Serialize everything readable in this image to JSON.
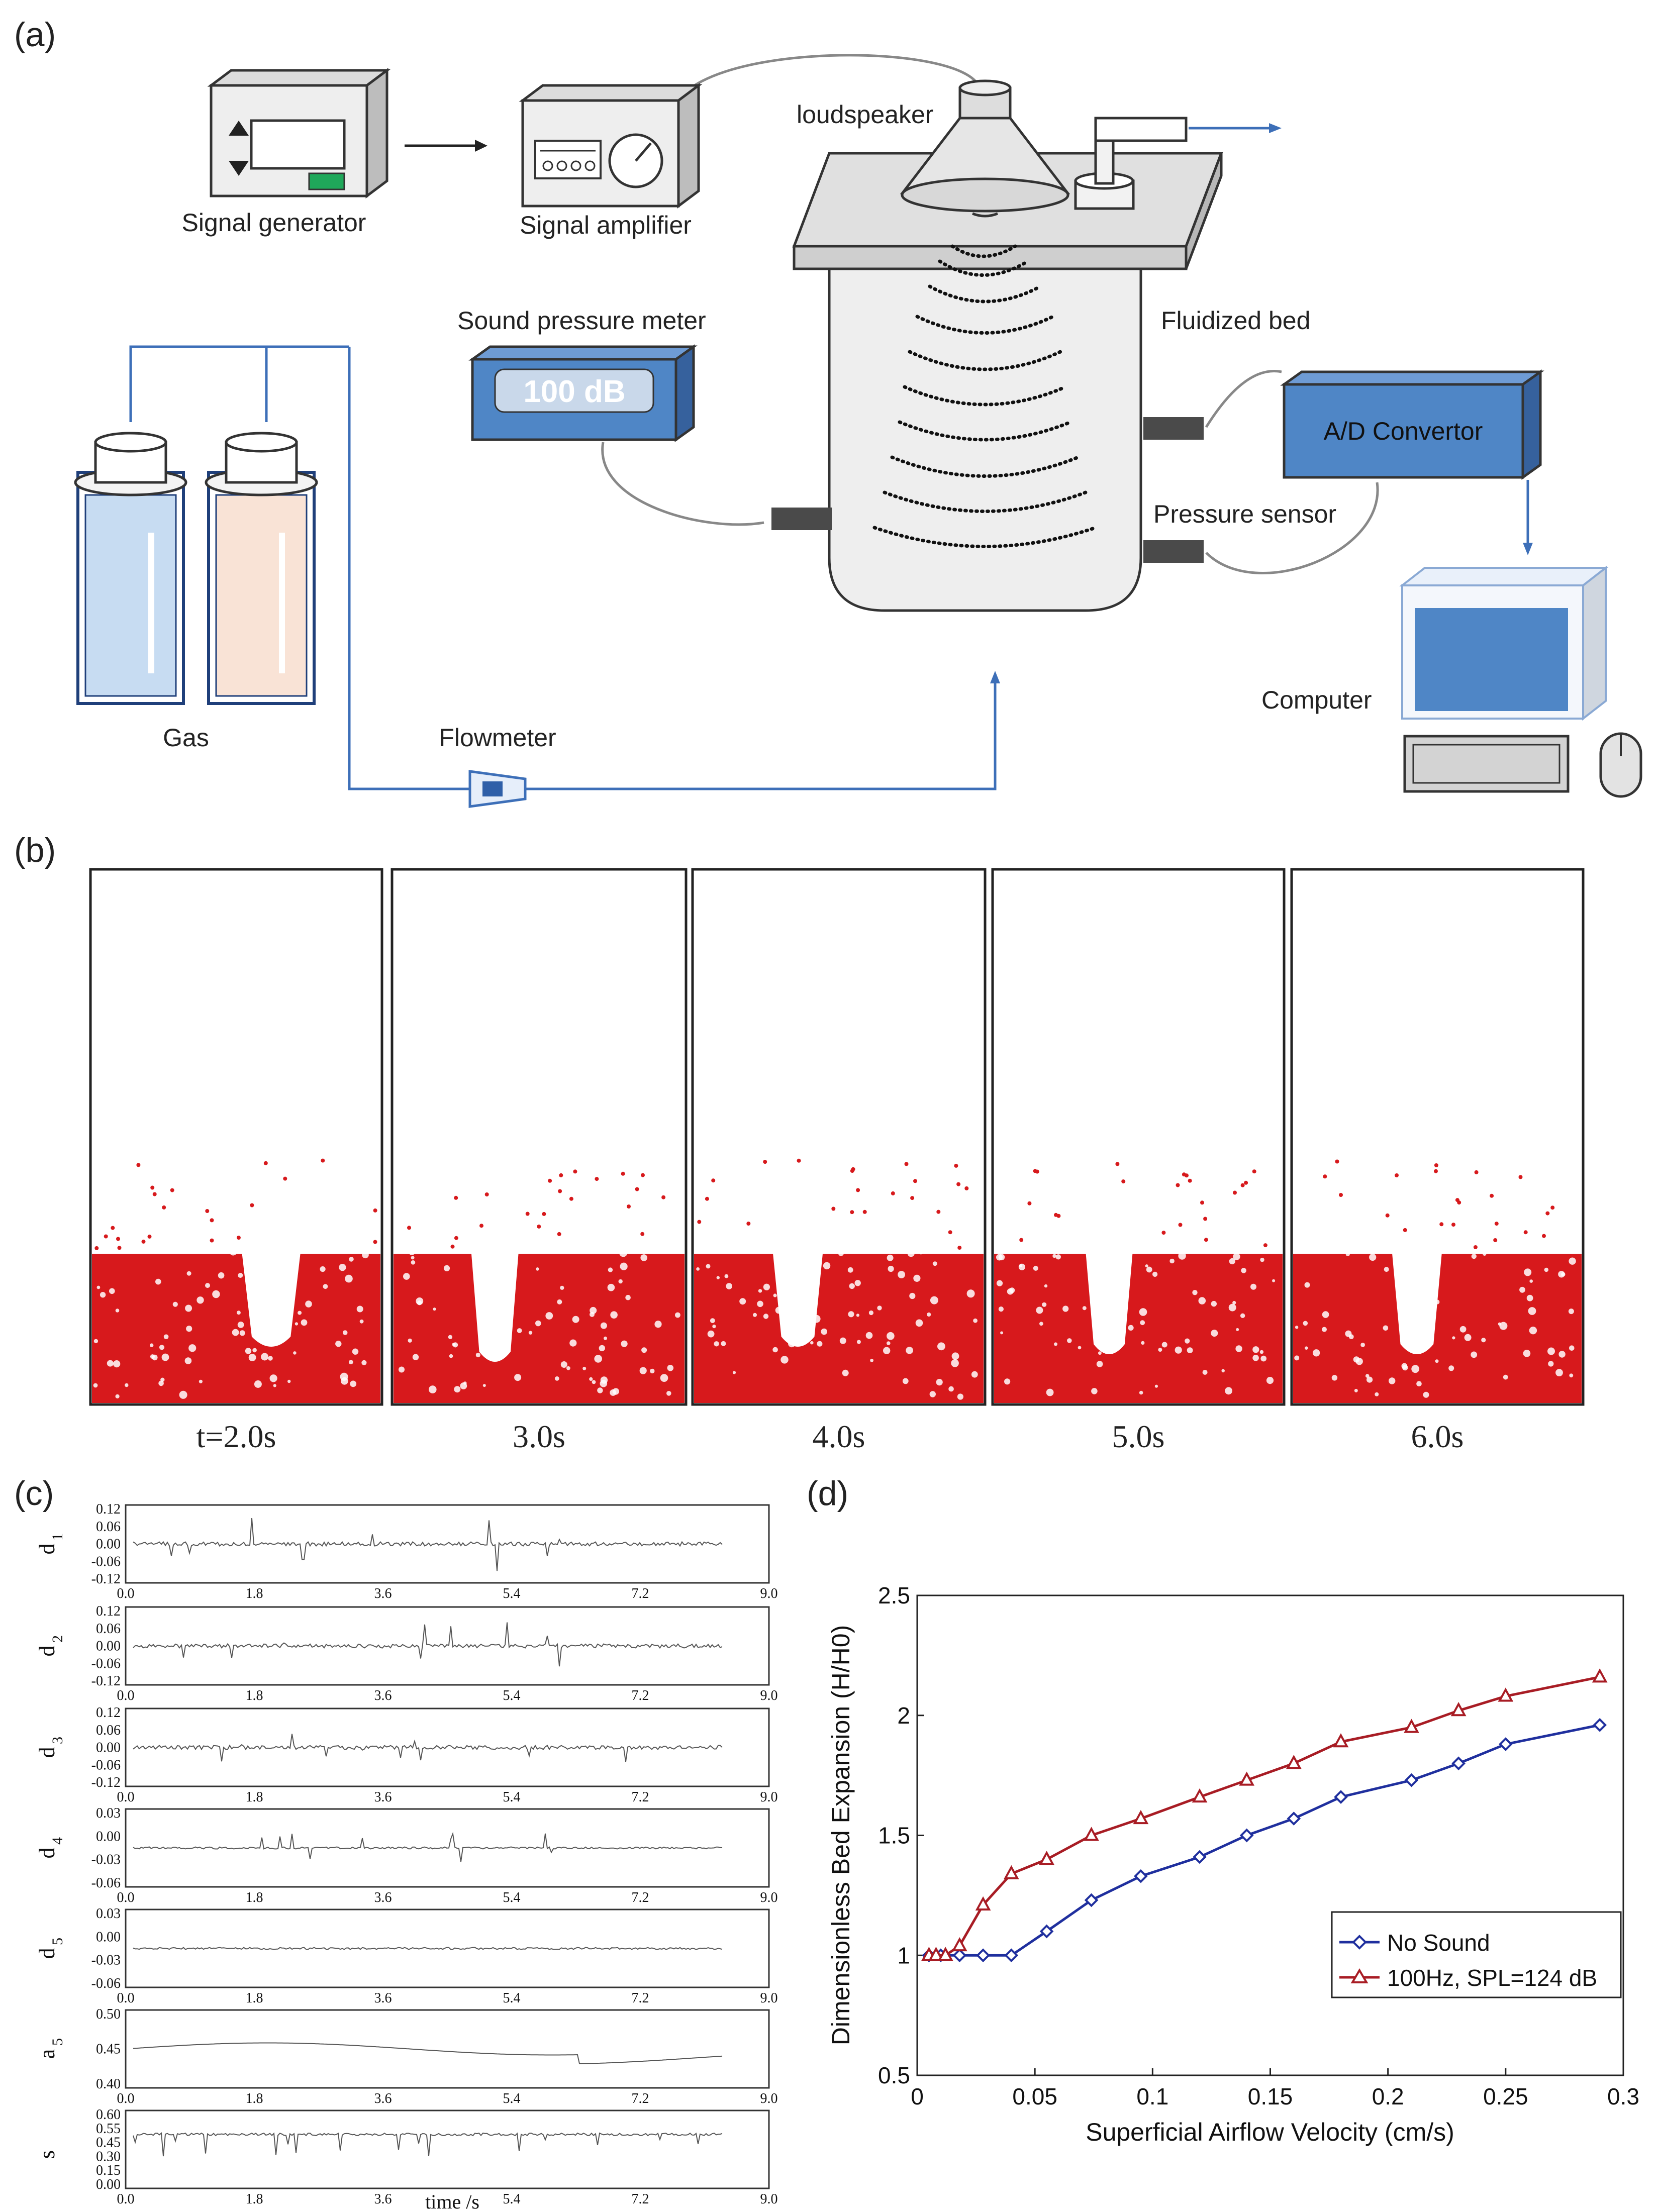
{
  "panel_labels": {
    "a": "(a)",
    "b": "(b)",
    "c": "(c)",
    "d": "(d)"
  },
  "setup": {
    "signal_generator": "Signal generator",
    "signal_amplifier": "Signal amplifier",
    "loudspeaker": "loudspeaker",
    "sound_pressure_meter": "Sound pressure meter",
    "sound_pressure_reading": "100 dB",
    "fluidized_bed": "Fluidized bed",
    "ad_convertor": "A/D Convertor",
    "pressure_sensor": "Pressure sensor",
    "computer": "Computer",
    "gas": "Gas",
    "flowmeter": "Flowmeter",
    "colors": {
      "device_blue": "#4f86c6",
      "line_blue": "#3d6fb8",
      "vessel_fill": "#ececec",
      "gas_blue": "#c7dcf2",
      "gas_peach": "#f9e3d6"
    }
  },
  "snapshots": {
    "labels": [
      "t=2.0s",
      "3.0s",
      "4.0s",
      "5.0s",
      "6.0s"
    ],
    "particle_color": "#d7191c"
  },
  "wavelet": {
    "rows": [
      {
        "label": "d",
        "sub": "1",
        "ticks": [
          "0.12",
          "0.06",
          "0.00",
          "-0.06",
          "-0.12"
        ]
      },
      {
        "label": "d",
        "sub": "2",
        "ticks": [
          "0.12",
          "0.06",
          "0.00",
          "-0.06",
          "-0.12"
        ]
      },
      {
        "label": "d",
        "sub": "3",
        "ticks": [
          "0.12",
          "0.06",
          "0.00",
          "-0.06",
          "-0.12"
        ]
      },
      {
        "label": "d",
        "sub": "4",
        "ticks": [
          "0.03",
          "0.00",
          "-0.03",
          "-0.06"
        ]
      },
      {
        "label": "d",
        "sub": "5",
        "ticks": [
          "0.03",
          "0.00",
          "-0.03",
          "-0.06"
        ]
      },
      {
        "label": "a",
        "sub": "5",
        "ticks": [
          "0.50",
          "0.45",
          "0.40"
        ]
      },
      {
        "label": "s",
        "sub": "",
        "ticks": [
          "0.60",
          "0.55",
          "0.45",
          "0.30",
          "0.15",
          "0.00"
        ]
      }
    ],
    "xticks": [
      "0.0",
      "1.8",
      "3.6",
      "5.4",
      "7.2",
      "9.0"
    ],
    "xlabel": "time /s"
  },
  "chart_data": {
    "type": "line",
    "xlabel": "Superficial Airflow Velocity (cm/s)",
    "ylabel": "Dimensionless Bed Expansion (H/H0)",
    "xlim": [
      0,
      0.3
    ],
    "ylim": [
      0.5,
      2.5
    ],
    "xticks": [
      "0",
      "0.05",
      "0.1",
      "0.15",
      "0.2",
      "0.25",
      "0.3"
    ],
    "yticks": [
      "0.5",
      "1",
      "1.5",
      "2",
      "2.5"
    ],
    "grid": false,
    "legend": "bottom-right",
    "series": [
      {
        "name": "No Sound",
        "color": "#1f2f9e",
        "marker": "diamond",
        "x": [
          0.005,
          0.01,
          0.018,
          0.028,
          0.04,
          0.055,
          0.074,
          0.095,
          0.12,
          0.14,
          0.16,
          0.18,
          0.21,
          0.23,
          0.25,
          0.29
        ],
        "y": [
          1.0,
          1.0,
          1.0,
          1.0,
          1.0,
          1.1,
          1.23,
          1.33,
          1.41,
          1.5,
          1.57,
          1.66,
          1.73,
          1.8,
          1.88,
          1.96
        ]
      },
      {
        "name": "100Hz, SPL=124 dB",
        "color": "#a81c24",
        "marker": "triangle",
        "x": [
          0.005,
          0.008,
          0.012,
          0.018,
          0.028,
          0.04,
          0.055,
          0.074,
          0.095,
          0.12,
          0.14,
          0.16,
          0.18,
          0.21,
          0.23,
          0.25,
          0.29
        ],
        "y": [
          1.0,
          1.0,
          1.0,
          1.04,
          1.21,
          1.34,
          1.4,
          1.5,
          1.57,
          1.66,
          1.73,
          1.8,
          1.89,
          1.95,
          2.02,
          2.08,
          2.16
        ]
      }
    ]
  }
}
